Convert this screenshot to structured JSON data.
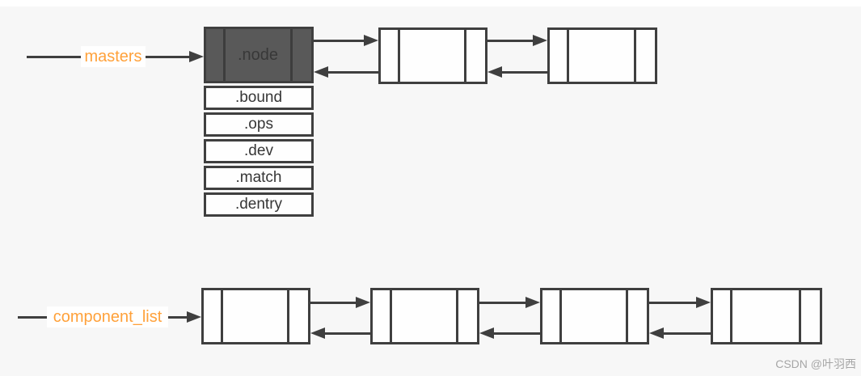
{
  "pointers": {
    "masters": {
      "label": "masters"
    },
    "component_list": {
      "label": "component_list"
    }
  },
  "struct": {
    "header": ".node",
    "fields": [
      ".bound",
      ".ops",
      ".dev",
      ".match",
      ".dentry"
    ]
  },
  "lists": {
    "masters_list_node_count": "2",
    "component_list_node_count": "4"
  },
  "watermark": "CSDN @叶羽西",
  "colors": {
    "background": "#f7f7f7",
    "line": "#3f3f3f",
    "node_fill": "#fefefe",
    "struct_header_fill": "#595959",
    "pointer_label": "#ffa13a",
    "watermark": "#a6a6a6"
  }
}
